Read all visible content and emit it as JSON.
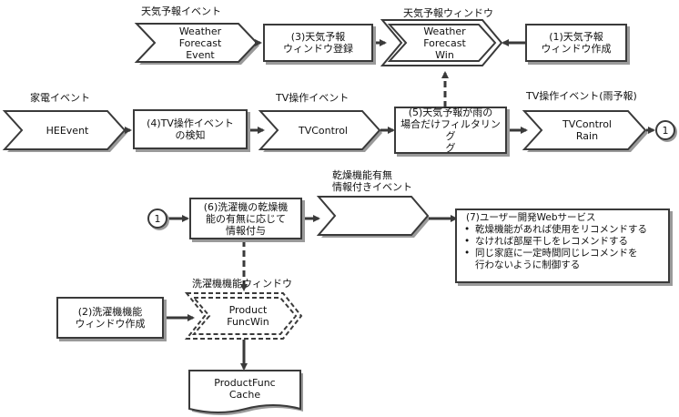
{
  "labels": {
    "weather_event": "天気予報イベント",
    "weather_window": "天気予報ウィンドウ",
    "home_event": "家電イベント",
    "tv_event": "TV操作イベント",
    "tv_event_rain": "TV操作イベント(雨予報)",
    "dryer_event": "乾燥機能有無\n情報付きイベント",
    "washer_window": "洗濯機機能ウィンドウ"
  },
  "nodes": {
    "weather_forecast_event": "Weather\nForecast\nEvent",
    "weather_window_register": "(3)天気予報\nウィンドウ登録",
    "weather_forecast_win": "Weather\nForecast\nWin",
    "weather_window_create": "(1)天気予報\nウィンドウ作成",
    "he_event": "HEEvent",
    "tv_detect": "(4)TV操作イベント\nの検知",
    "tv_control": "TVControl",
    "rain_filter": "(5)天気予報が雨の\n場合だけフィルタリング\nグ",
    "tv_control_rain": "TVControl\nRain",
    "connector_1": "1",
    "connector_1b": "1",
    "dryer_info": "(6)洗濯機の乾燥機\n能の有無に応じて\n情報付与",
    "dryer_event_shape": "",
    "washer_window_create": "(2)洗濯機機能\nウィンドウ作成",
    "product_func_win": "Product\nFuncWin",
    "product_func_cache": "ProductFunc\nCache"
  },
  "service": {
    "title": "(7)ユーザー開発Webサービス",
    "items": [
      "乾燥機能があれば使用をリコメンドする",
      "なければ部屋干しをレコメンドする",
      "同じ家庭に一定時間同じレコメンドを\n行わないように制御する"
    ]
  },
  "colors": {
    "stroke": "#3a3a3a",
    "shadow": "#9a9a9a",
    "fill": "#ffffff"
  }
}
